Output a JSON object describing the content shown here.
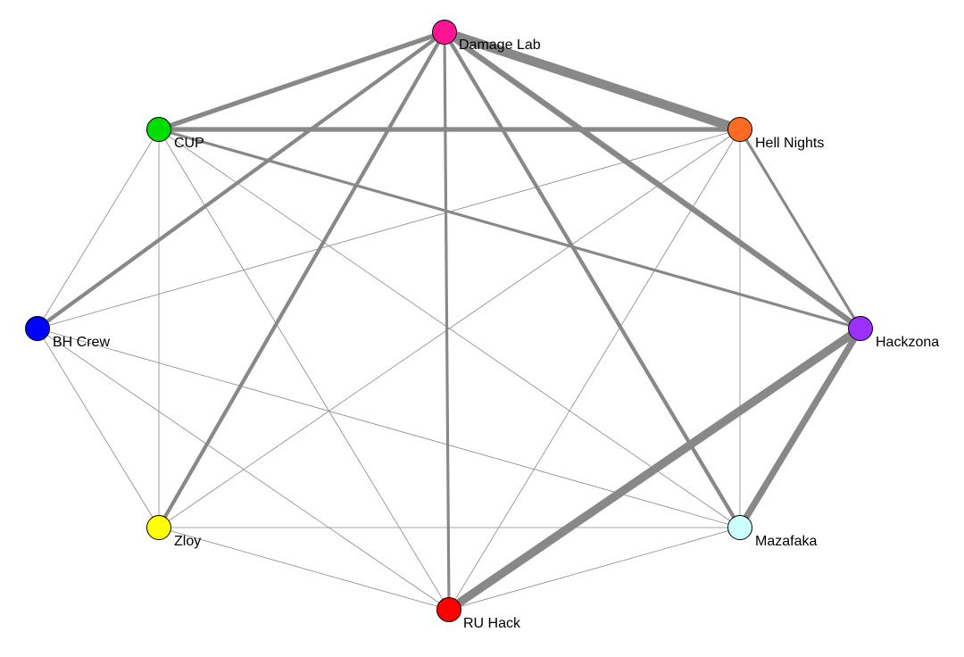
{
  "nodes": [
    {
      "id": "damage_lab",
      "label": "Damage Lab",
      "color": "#ff1493"
    },
    {
      "id": "hell_nights",
      "label": "Hell Nights",
      "color": "#ff6a24"
    },
    {
      "id": "hackzona",
      "label": "Hackzona",
      "color": "#9b30ff"
    },
    {
      "id": "mazafaka",
      "label": "Mazafaka",
      "color": "#ccffff"
    },
    {
      "id": "ru_hack",
      "label": "RU Hack",
      "color": "#ff0000"
    },
    {
      "id": "zloy",
      "label": "Zloy",
      "color": "#ffff00"
    },
    {
      "id": "bh_crew",
      "label": "BH Crew",
      "color": "#0000ff"
    },
    {
      "id": "cup",
      "label": "CUP",
      "color": "#00dd00"
    }
  ],
  "edges": [
    {
      "source": "damage_lab",
      "target": "hell_nights",
      "weight": 10
    },
    {
      "source": "damage_lab",
      "target": "cup",
      "weight": 5
    },
    {
      "source": "damage_lab",
      "target": "bh_crew",
      "weight": 4
    },
    {
      "source": "damage_lab",
      "target": "zloy",
      "weight": 4
    },
    {
      "source": "damage_lab",
      "target": "ru_hack",
      "weight": 3
    },
    {
      "source": "damage_lab",
      "target": "mazafaka",
      "weight": 4
    },
    {
      "source": "damage_lab",
      "target": "hackzona",
      "weight": 6
    },
    {
      "source": "cup",
      "target": "hell_nights",
      "weight": 5
    },
    {
      "source": "cup",
      "target": "hackzona",
      "weight": 3
    },
    {
      "source": "cup",
      "target": "bh_crew",
      "weight": 1
    },
    {
      "source": "cup",
      "target": "zloy",
      "weight": 1
    },
    {
      "source": "cup",
      "target": "ru_hack",
      "weight": 1
    },
    {
      "source": "cup",
      "target": "mazafaka",
      "weight": 1
    },
    {
      "source": "hell_nights",
      "target": "hackzona",
      "weight": 3
    },
    {
      "source": "hell_nights",
      "target": "mazafaka",
      "weight": 1
    },
    {
      "source": "hell_nights",
      "target": "ru_hack",
      "weight": 1
    },
    {
      "source": "hell_nights",
      "target": "zloy",
      "weight": 1
    },
    {
      "source": "hell_nights",
      "target": "bh_crew",
      "weight": 1
    },
    {
      "source": "hackzona",
      "target": "ru_hack",
      "weight": 9
    },
    {
      "source": "hackzona",
      "target": "mazafaka",
      "weight": 7
    },
    {
      "source": "bh_crew",
      "target": "zloy",
      "weight": 1
    },
    {
      "source": "bh_crew",
      "target": "ru_hack",
      "weight": 1
    },
    {
      "source": "bh_crew",
      "target": "mazafaka",
      "weight": 1
    },
    {
      "source": "zloy",
      "target": "ru_hack",
      "weight": 1
    },
    {
      "source": "zloy",
      "target": "mazafaka",
      "weight": 1
    },
    {
      "source": "ru_hack",
      "target": "mazafaka",
      "weight": 1
    }
  ]
}
